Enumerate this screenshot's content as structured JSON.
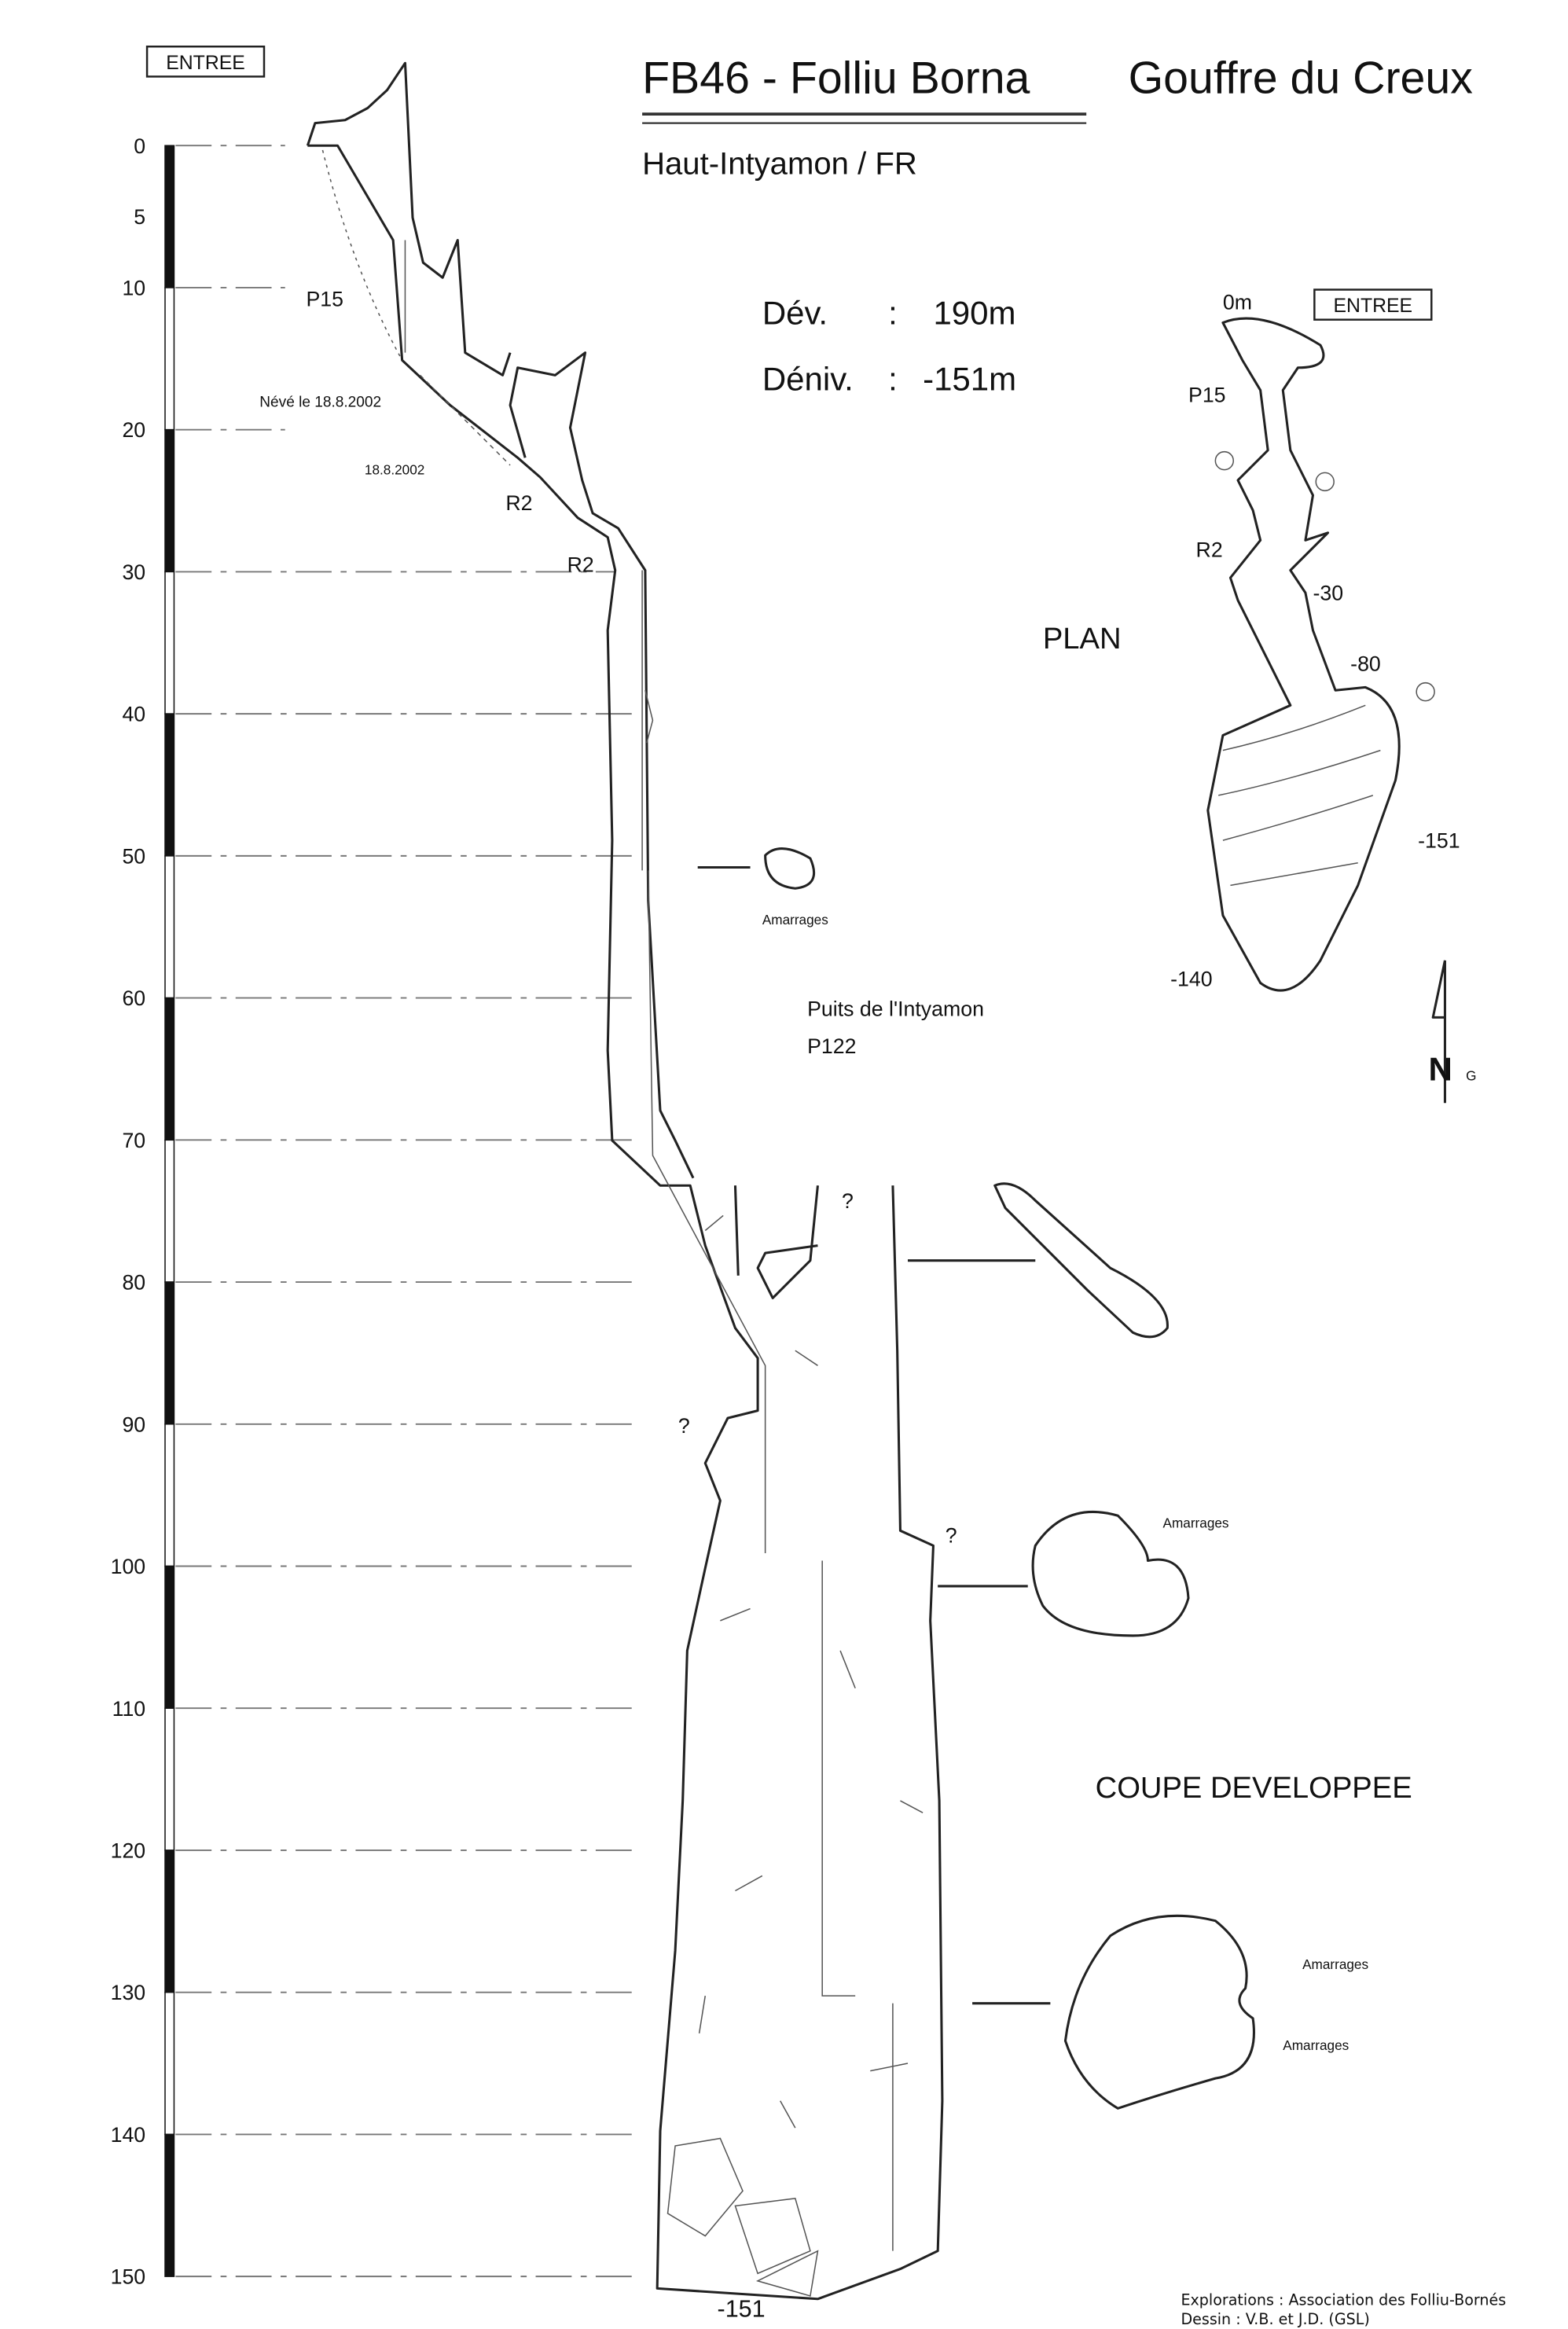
{
  "title": {
    "main": "FB46 - Folliu Borna",
    "sub": "Gouffre du Creux",
    "region": "Haut-Intyamon / FR"
  },
  "stats": {
    "dev_label": "Dév.",
    "dev_value": "190m",
    "deniv_label": "Déniv.",
    "deniv_value": "-151m",
    "sep": ":"
  },
  "entrance_labels": {
    "section": "ENTREE",
    "plan": "ENTREE"
  },
  "depth_scale": {
    "ticks": [
      "0",
      "5",
      "10",
      "20",
      "30",
      "40",
      "50",
      "60",
      "70",
      "80",
      "90",
      "100",
      "110",
      "120",
      "130",
      "140",
      "150"
    ]
  },
  "section_labels": {
    "p15": "P15",
    "neve": "Névé le 18.8.2002",
    "date": "18.8.2002",
    "r2a": "R2",
    "r2b": "R2",
    "amarrages1": "Amarrages",
    "puits": "Puits de l'Intyamon",
    "p122": "P122",
    "q1": "?",
    "q2": "?",
    "q3": "?",
    "amarrages2": "Amarrages",
    "amarrages3": "Amarrages",
    "amarrages4": "Amarrages",
    "bottom": "-151",
    "coupe": "COUPE DEVELOPPEE"
  },
  "plan_labels": {
    "title": "PLAN",
    "zero": "0m",
    "p15": "P15",
    "r2": "R2",
    "m30": "-30",
    "m80": "-80",
    "m151": "-151",
    "m140": "-140",
    "north": "N",
    "north_sub": "G"
  },
  "credits": {
    "explorations": "Explorations : Association des Folliu-Bornés",
    "dessin": "Dessin : V.B. et J.D. (GSL)"
  }
}
